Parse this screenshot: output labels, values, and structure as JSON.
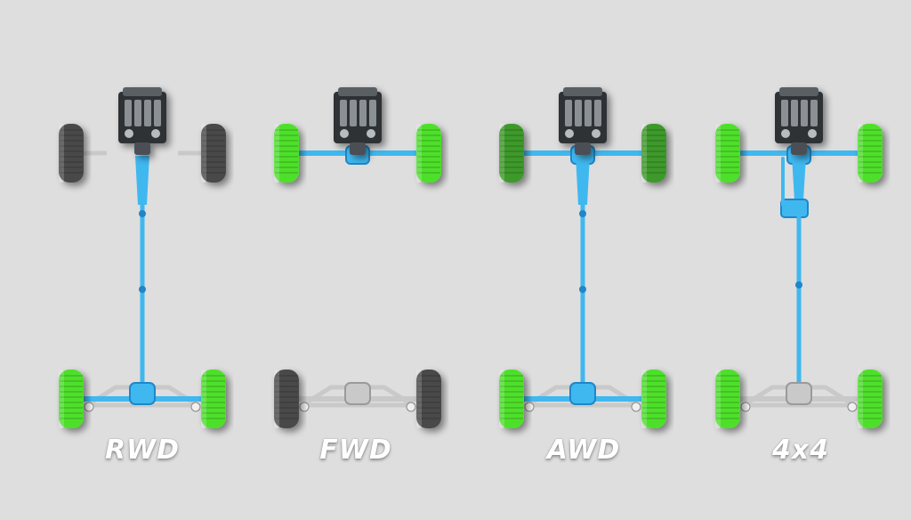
{
  "colors": {
    "background": "#dedede",
    "driven_wheel": "#4de02c",
    "driven_wheel_dark": "#3aa720",
    "awd_front_wheel": "#3d9a2a",
    "idle_wheel": "#4a4a4a",
    "driveline": "#3fb8f0",
    "driveline_dark": "#1f86c8",
    "engine": "#2f3336",
    "chassis_metal": "#c9c9c9",
    "label_text": "#ffffff"
  },
  "layouts": [
    {
      "label": "RWD",
      "front_wheels": "idle",
      "rear_wheels": "driven",
      "front_axle": "none",
      "driveshaft": "full",
      "rear_diff": "driven",
      "transfer_case": false
    },
    {
      "label": "FWD",
      "front_wheels": "driven",
      "rear_wheels": "idle",
      "front_axle": "driven",
      "driveshaft": "none",
      "rear_diff": "idle",
      "transfer_case": false
    },
    {
      "label": "AWD",
      "front_wheels": "driven-dark",
      "rear_wheels": "driven",
      "front_axle": "driven",
      "driveshaft": "full",
      "rear_diff": "driven",
      "transfer_case": false
    },
    {
      "label": "4x4",
      "front_wheels": "driven",
      "rear_wheels": "driven",
      "front_axle": "driven",
      "driveshaft": "offset",
      "rear_diff": "idle",
      "transfer_case": true
    }
  ]
}
